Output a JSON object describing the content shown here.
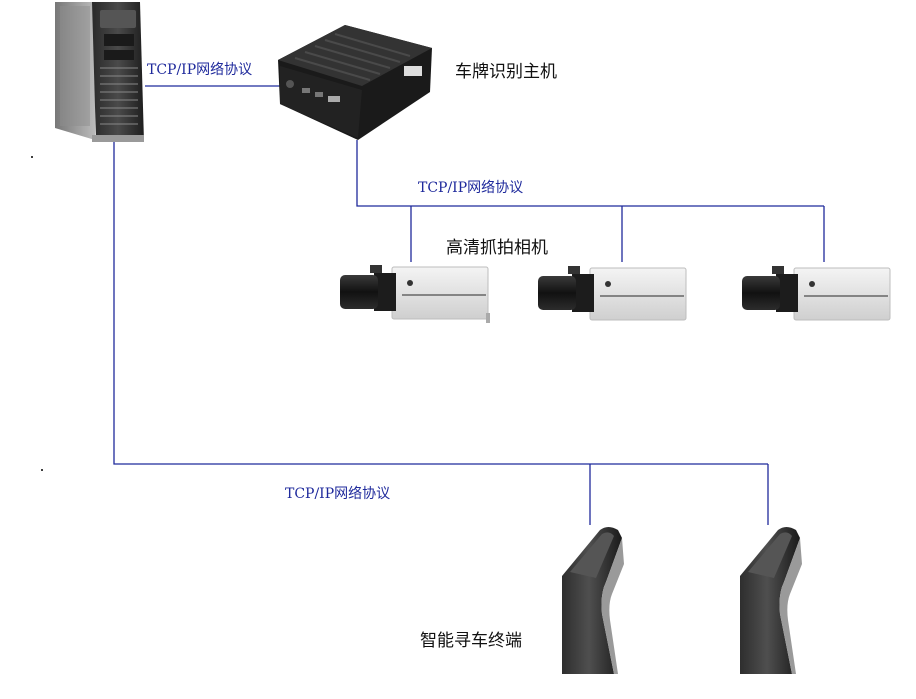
{
  "labels": {
    "protocol_1": "TCP/IP网络协议",
    "protocol_2": "TCP/IP网络协议",
    "protocol_3": "TCP/IP网络协议",
    "plate_host": "车牌识别主机",
    "hd_cameras": "高清抓拍相机",
    "terminals": "智能寻车终端"
  },
  "colors": {
    "link": "#1f2a9c",
    "camera_body": "#e6e6e6",
    "terminal_body": "#222222"
  },
  "icons": [
    "server-icon",
    "host-unit-icon",
    "camera-icon",
    "kiosk-icon"
  ]
}
